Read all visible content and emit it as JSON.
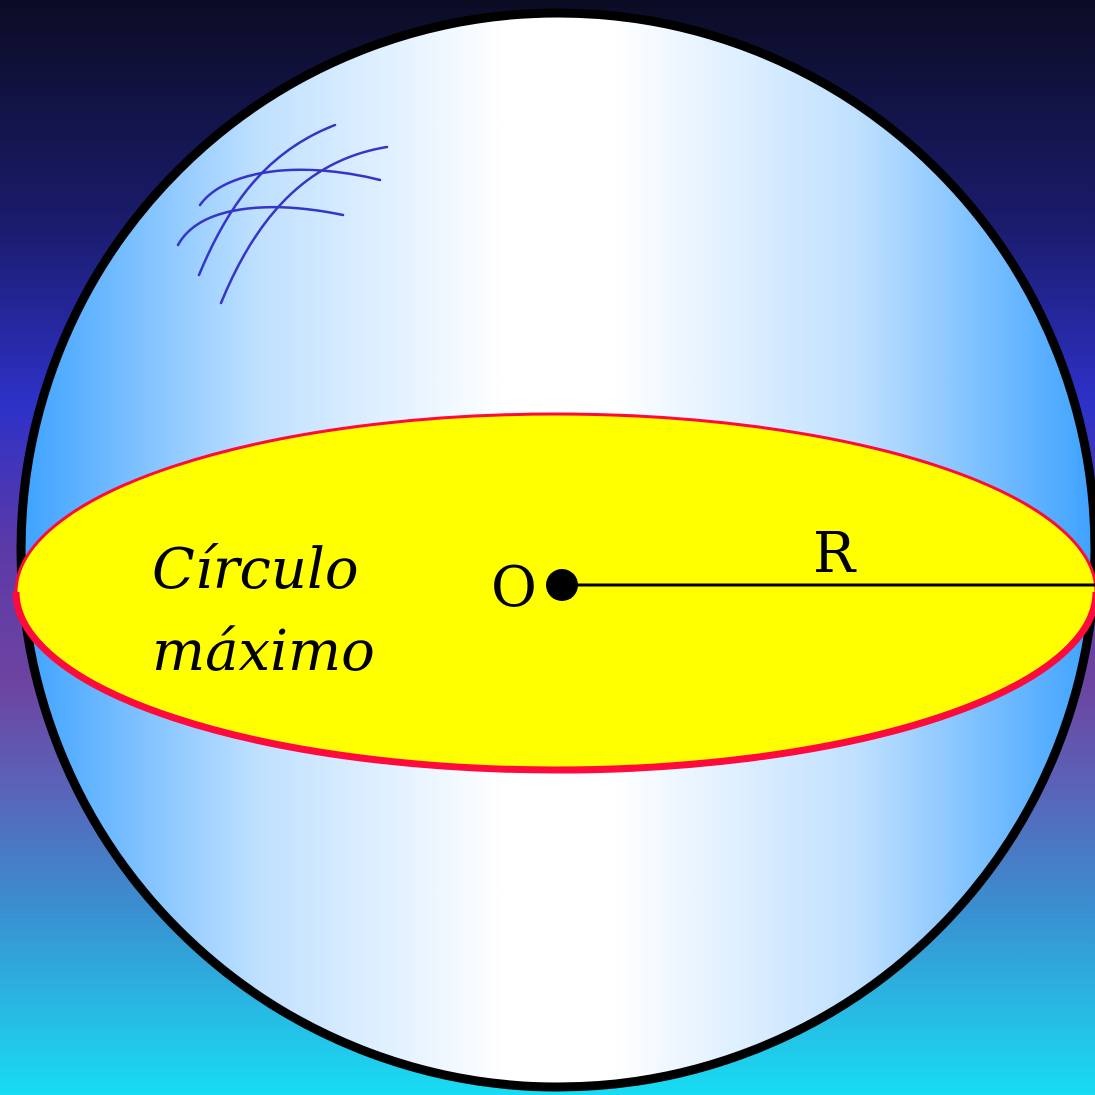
{
  "labels": {
    "circle_line1": "Círculo",
    "circle_line2": "máximo",
    "center": "O",
    "radius": "R"
  },
  "colors": {
    "sphere_edge": "#3da2ff",
    "sphere_center": "#ffffff",
    "sphere_outline": "#000000",
    "disk_fill": "#ffff00",
    "disk_outline": "#ff0a3c",
    "grid_lines": "#3535c8"
  },
  "icons": {
    "sphere_grid": "latitude-longitude-arcs-icon"
  }
}
